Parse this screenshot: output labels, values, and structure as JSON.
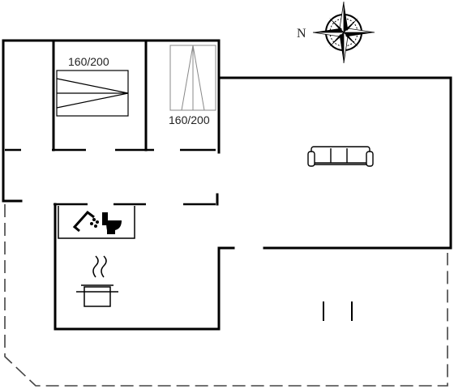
{
  "compass": {
    "north_label": "N"
  },
  "bedroom_1": {
    "bed_label": "160/200"
  },
  "bedroom_2": {
    "bed_label": "160/200"
  },
  "icons": {
    "compass": "compass-rose-icon",
    "shower": "shower-icon",
    "toilet": "toilet-icon",
    "sofa": "sofa-icon",
    "cooking_pot": "cooking-pot-icon"
  },
  "colors": {
    "wall": "#000000",
    "outline": "#444444",
    "dashed_terrace": "#444444",
    "bed_lines": "#888888"
  }
}
